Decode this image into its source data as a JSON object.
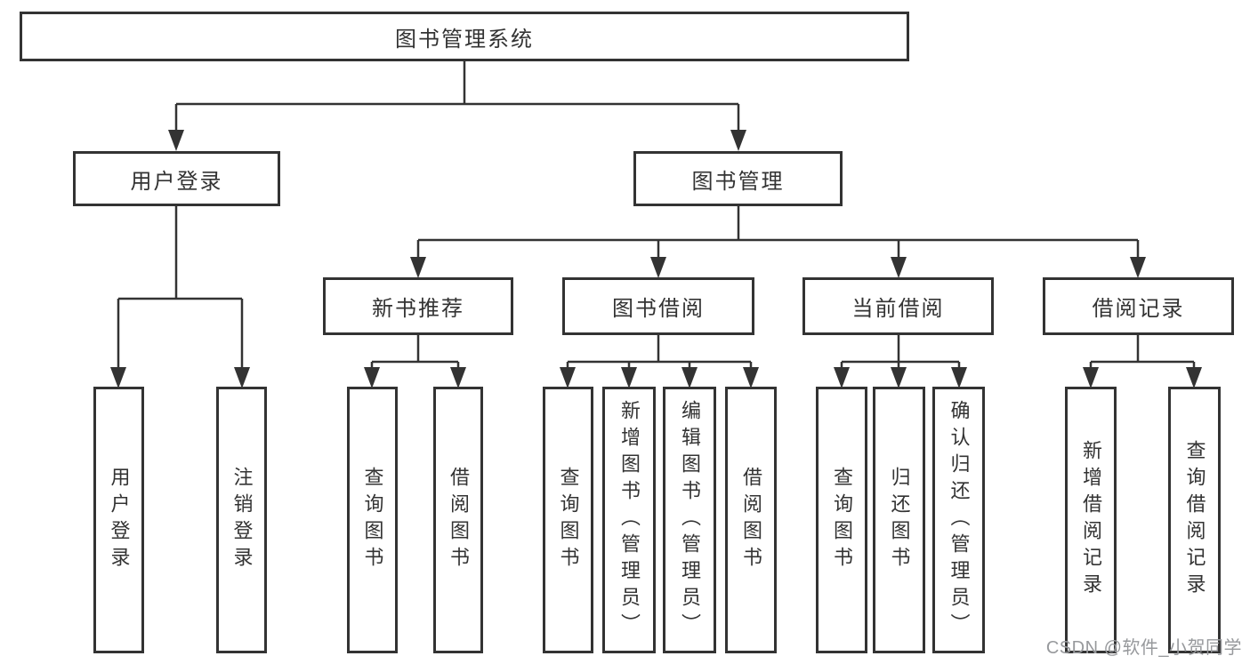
{
  "colors": {
    "line": "#333333",
    "box_border": "#333333",
    "text": "#333333",
    "watermark": "#97999c",
    "background": "#ffffff"
  },
  "watermark": {
    "text": "CSDN @软件_小贺同学"
  },
  "tree": {
    "root": "图书管理系统",
    "children": [
      {
        "label": "用户登录",
        "children": [
          {
            "label": "用户登录"
          },
          {
            "label": "注销登录"
          }
        ]
      },
      {
        "label": "图书管理",
        "children": [
          {
            "label": "新书推荐",
            "children": [
              {
                "label": "查询图书"
              },
              {
                "label": "借阅图书"
              }
            ]
          },
          {
            "label": "图书借阅",
            "children": [
              {
                "label": "查询图书"
              },
              {
                "label": "新增图书（管理员）"
              },
              {
                "label": "编辑图书（管理员）"
              },
              {
                "label": "借阅图书"
              }
            ]
          },
          {
            "label": "当前借阅",
            "children": [
              {
                "label": "查询图书"
              },
              {
                "label": "归还图书"
              },
              {
                "label": "确认归还（管理员）"
              }
            ]
          },
          {
            "label": "借阅记录",
            "children": [
              {
                "label": "新增借阅记录"
              },
              {
                "label": "查询借阅记录"
              }
            ]
          }
        ]
      }
    ]
  }
}
